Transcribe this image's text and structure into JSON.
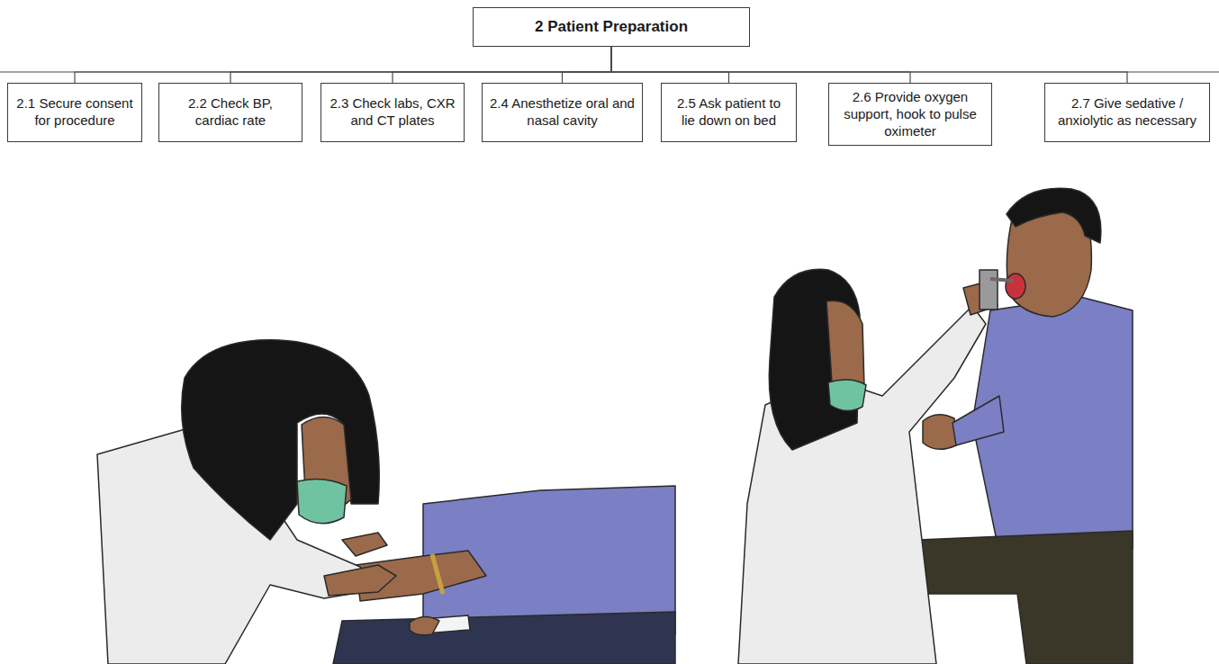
{
  "diagram": {
    "nodes": [
      {
        "text": [
          "2 Patient Preparation"
        ]
      },
      {
        "text": [
          "2.1 Secure consent for procedure"
        ]
      },
      {
        "text": [
          "2.2 Check BP, cardiac rate"
        ]
      },
      {
        "text": [
          "2.3 Check labs, CXR and CT plates"
        ]
      },
      {
        "text": [
          "2.4 Anesthetize oral and nasal cavity"
        ]
      },
      {
        "text": [
          "2.5 Ask patient to lie down on bed"
        ]
      },
      {
        "text": [
          "2.6 Provide oxygen support, hook to pulse oximeter"
        ]
      },
      {
        "text": [
          "2.7 Give sedative / anxiolytic as necessary"
        ]
      }
    ],
    "edges": [
      {
        "from": 0,
        "to": 1,
        "arrow": "none"
      },
      {
        "from": 0,
        "to": 2,
        "arrow": "none"
      },
      {
        "from": 0,
        "to": 3,
        "arrow": "none"
      },
      {
        "from": 0,
        "to": 4,
        "arrow": "none"
      },
      {
        "from": 0,
        "to": 5,
        "arrow": "none"
      },
      {
        "from": 0,
        "to": 6,
        "arrow": "none"
      },
      {
        "from": 0,
        "to": 7,
        "arrow": "none"
      }
    ]
  }
}
